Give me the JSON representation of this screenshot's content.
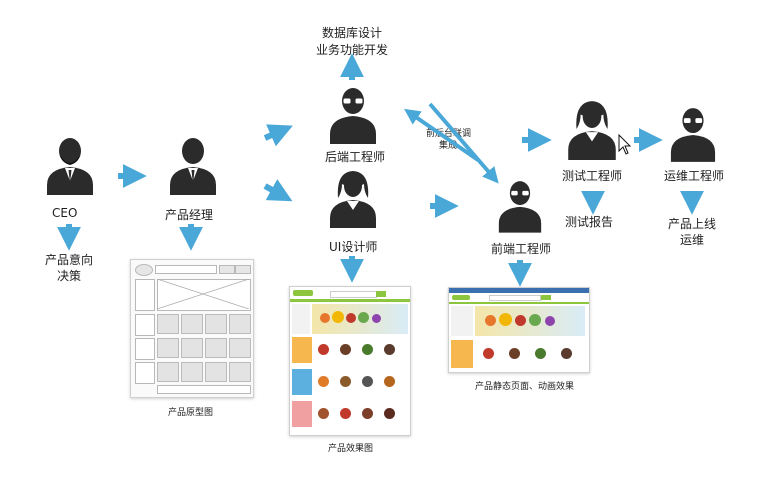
{
  "nodes": {
    "ceo": {
      "label": "CEO",
      "outcome": [
        "产品意向",
        "决策"
      ]
    },
    "pm": {
      "label": "产品经理",
      "outcome": "产品原型图"
    },
    "ui": {
      "label": "UI设计师",
      "outcome": "产品效果图"
    },
    "backend": {
      "label": "后端工程师",
      "outcome": [
        "数据库设计",
        "业务功能开发"
      ]
    },
    "frontend": {
      "label": "前端工程师",
      "outcome": "产品静态页面、动画效果"
    },
    "tester": {
      "label": "测试工程师",
      "outcome": "测试报告"
    },
    "ops": {
      "label": "运维工程师",
      "outcome": [
        "产品上线",
        "运维"
      ]
    }
  },
  "integration_label": [
    "前后台联调",
    "集成"
  ],
  "colors": {
    "arrow": "#4aa8d8",
    "person": "#2b2b2b",
    "green": "#8cc63f"
  }
}
